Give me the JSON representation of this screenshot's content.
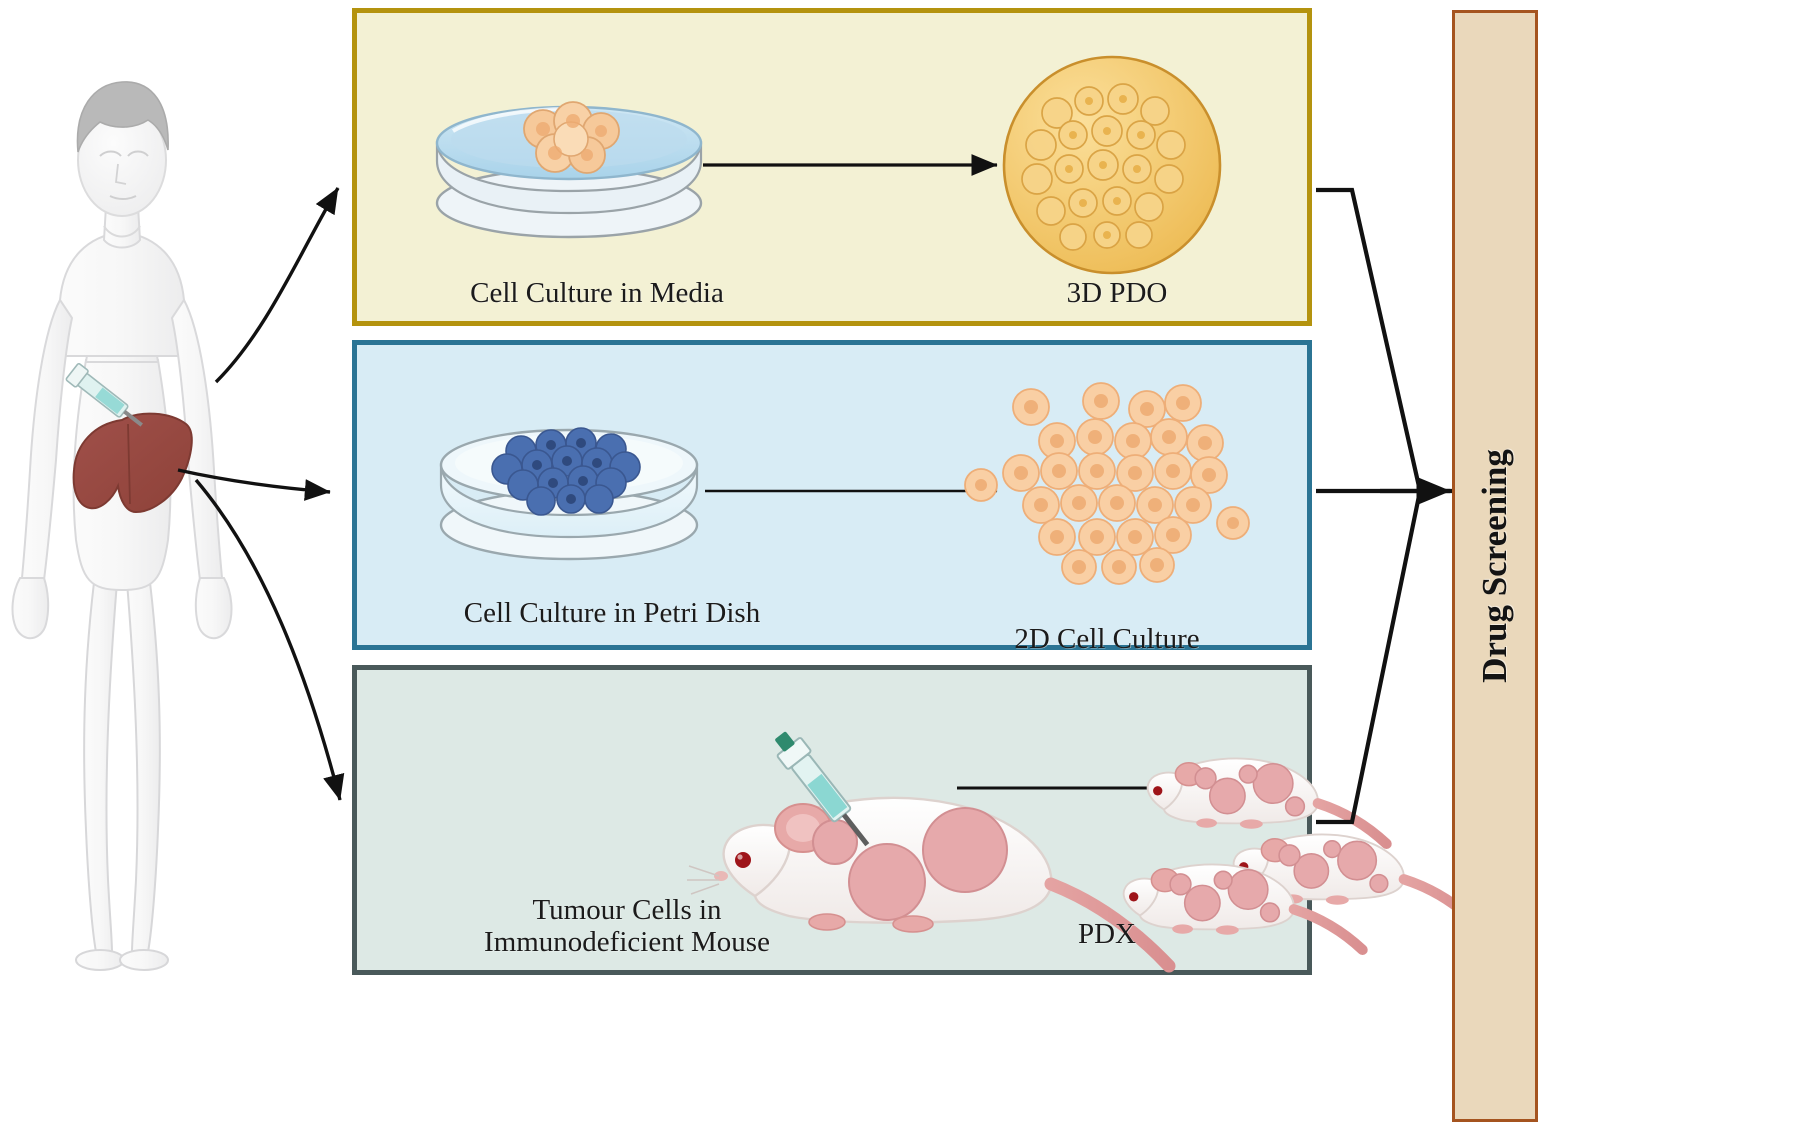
{
  "figure": {
    "type": "workflow-diagram",
    "subject": "Patient-derived cancer model workflow for drug screening",
    "source_label": "patient-body"
  },
  "panels": [
    {
      "id": "pdo",
      "left_label": "Cell Culture in Media",
      "right_label": "3D PDO",
      "left_icon": "petri-dish-with-media-icon",
      "right_icon": "organoid-sphere-icon",
      "arrow": "right-arrow",
      "fill": "#f3f1d4",
      "border": "#b4930e"
    },
    {
      "id": "two-d",
      "left_label": "Cell Culture in Petri Dish",
      "right_label": "2D Cell Culture",
      "left_icon": "petri-dish-with-blue-cells-icon",
      "right_icon": "cell-monolayer-icon",
      "arrow": "right-arrow",
      "fill": "#d8ecf5",
      "border": "#2b7494"
    },
    {
      "id": "pdx",
      "left_label": "Tumour Cells in\nImmunodeficient Mouse",
      "right_label": "PDX",
      "left_icon": "mouse-with-syringe-icon",
      "right_icon": "three-tumour-mice-icon",
      "arrow": "right-arrow",
      "fill": "#dde9e5",
      "border": "#49595a"
    }
  ],
  "output": {
    "label": "Drug Screening",
    "fill": "#ead8bb",
    "border": "#a5541f",
    "orientation": "vertical"
  },
  "patient": {
    "icon": "human-body-icon",
    "organ": "liver",
    "organ_color": "#9b4b41",
    "hair_color": "#b6b6b6",
    "instrument": "syringe-icon",
    "arrow_count": 3
  },
  "connectors": {
    "bracket": "converging-bracket",
    "final_arrow": "right-arrow-to-drug-screening",
    "stroke": "#111111"
  }
}
